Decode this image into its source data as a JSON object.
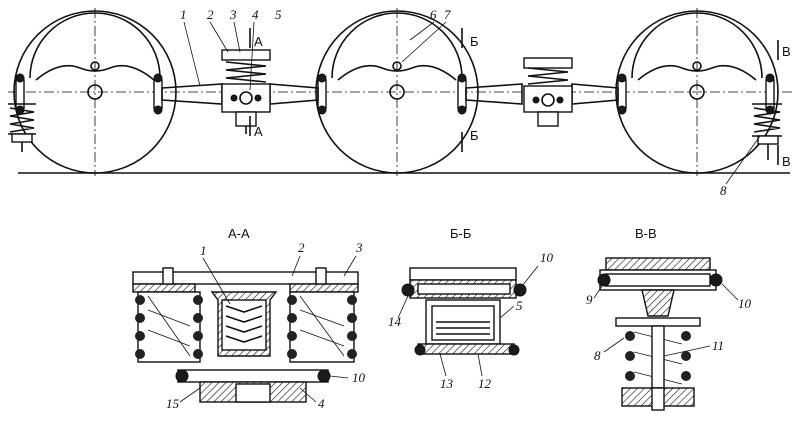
{
  "top_view": {
    "callouts": [
      "1",
      "2",
      "3",
      "4",
      "5",
      "6",
      "7",
      "8"
    ],
    "section_marks": [
      "А",
      "А",
      "Б",
      "Б",
      "В",
      "В"
    ]
  },
  "section_aa": {
    "title": "А-А",
    "callouts": [
      "1",
      "2",
      "3",
      "10",
      "15",
      "4"
    ]
  },
  "section_bb": {
    "title": "Б-Б",
    "callouts": [
      "10",
      "14",
      "5",
      "13",
      "12"
    ]
  },
  "section_vv": {
    "title": "В-В",
    "callouts": [
      "9",
      "10",
      "8",
      "11"
    ]
  }
}
